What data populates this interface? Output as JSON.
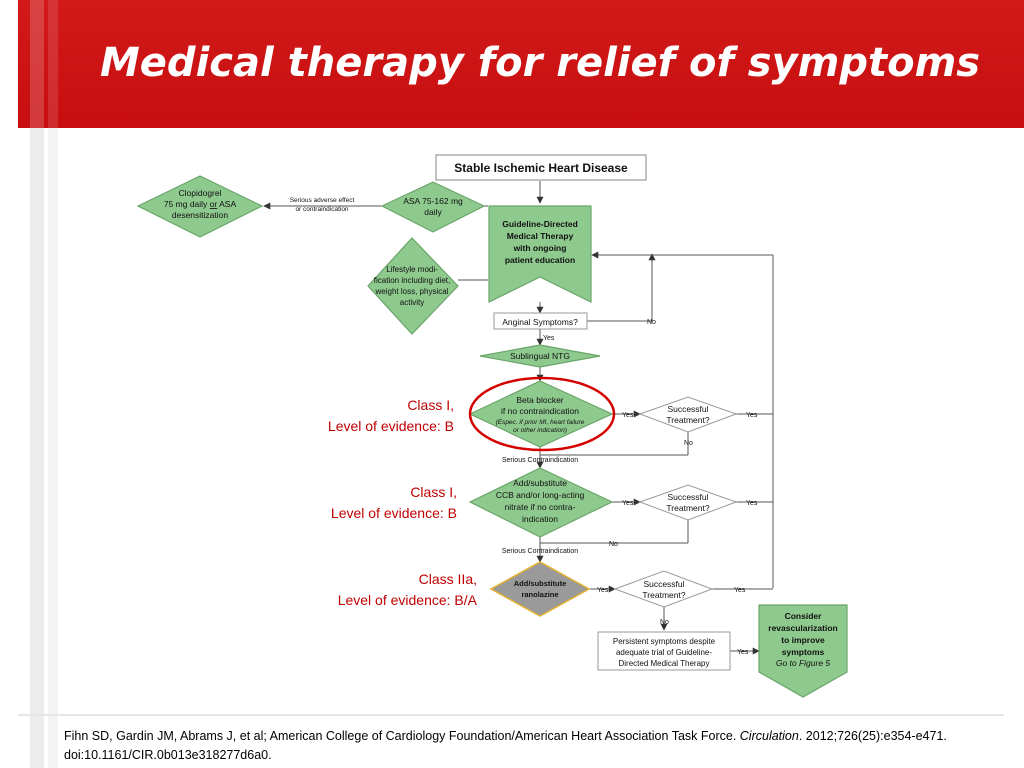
{
  "title": "Medical therapy for relief of symptoms",
  "colors": {
    "header_red": "#c80e10",
    "node_green": "#8ec98e",
    "node_border": "#6aa56a",
    "ranolazine_gray": "#9a9a9a",
    "class_text": "#c00000",
    "highlight_circle": "#d40000"
  },
  "diagram": {
    "start": "Stable Ischemic Heart Disease",
    "gdmt": [
      "Guideline-Directed",
      "Medical Therapy",
      "with ongoing",
      "patient education"
    ],
    "asa": [
      "ASA 75-162 mg",
      "daily"
    ],
    "clopidogrel": {
      "lines": [
        "Clopidogrel",
        "75 mg daily",
        "desensitization"
      ],
      "line2_suffix": "ASA",
      "or": "or"
    },
    "adverse_label": [
      "Serious adverse effect",
      "or contraindication"
    ],
    "lifestyle": [
      "Lifestyle modi-",
      "fication including diet,",
      "weight loss, physical",
      "activity"
    ],
    "anginal": "Anginal Symptoms?",
    "ntg": "Sublingual NTG",
    "beta": {
      "lines": [
        "Beta blocker",
        "if no contraindication"
      ],
      "note": [
        "(Espec. if prior MI, heart failure",
        "or other indication)"
      ]
    },
    "ccb": [
      "Add/substitute",
      "CCB and/or long-acting",
      "nitrate if no contra-",
      "indication"
    ],
    "ranolazine": [
      "Add/substitute",
      "ranolazine"
    ],
    "successful": [
      "Successful",
      "Treatment?"
    ],
    "persistent": [
      "Persistent symptoms despite",
      "adequate trial of Guideline-",
      "Directed Medical Therapy"
    ],
    "revasc": {
      "lines": [
        "Consider",
        "revascularization",
        "to improve",
        "symptoms"
      ],
      "goto": "Go to Figure 5"
    },
    "labels": {
      "yes": "Yes",
      "no": "No",
      "serious_contraindication": "Serious Contraindication"
    }
  },
  "class_labels": [
    {
      "line1": "Class I,",
      "line2": "Level of evidence: B"
    },
    {
      "line1": "Class I,",
      "line2": "Level of evidence: B"
    },
    {
      "line1": "Class IIa,",
      "line2": "Level of evidence: B/A"
    }
  ],
  "citation": {
    "text_before": "Fihn SD, Gardin JM, Abrams J, et al; American College of Cardiology Foundation/American Heart Association Task Force.",
    "journal": "Circulation",
    "text_after": ". 2012;726(25):e354-e471. doi:10.1161/CIR.0b013e318277d6a0."
  }
}
